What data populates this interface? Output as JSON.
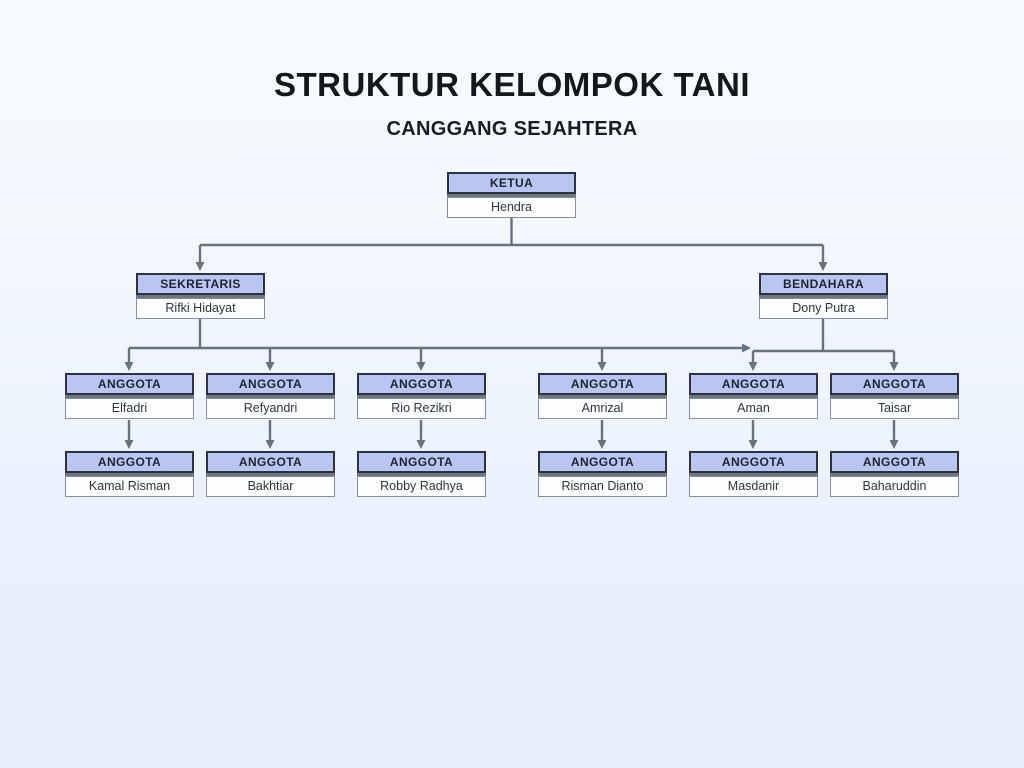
{
  "page": {
    "title": "STRUKTUR KELOMPOK TANI",
    "subtitle": "CANGGANG SEJAHTERA"
  },
  "colors": {
    "background_top": "#f8fbfe",
    "background_bottom": "#e7eefb",
    "node_header_fill": "#b9c6f2",
    "node_header_border": "#2b3242",
    "node_divider": "#6d7681",
    "node_body_fill": "#fcfdff",
    "node_body_border": "#848d9c",
    "connector": "#68727e",
    "title_color": "#14171c"
  },
  "org_chart": {
    "ketua": {
      "role": "KETUA",
      "name": "Hendra"
    },
    "level2": [
      {
        "role": "SEKRETARIS",
        "name": "Rifki Hidayat"
      },
      {
        "role": "BENDAHARA",
        "name": "Dony Putra"
      }
    ],
    "level3": [
      {
        "role": "ANGGOTA",
        "name": "Elfadri"
      },
      {
        "role": "ANGGOTA",
        "name": "Refyandri"
      },
      {
        "role": "ANGGOTA",
        "name": "Rio Rezikri"
      },
      {
        "role": "ANGGOTA",
        "name": "Amrizal"
      },
      {
        "role": "ANGGOTA",
        "name": "Aman"
      },
      {
        "role": "ANGGOTA",
        "name": "Taisar"
      }
    ],
    "level4": [
      {
        "role": "ANGGOTA",
        "name": "Kamal Risman"
      },
      {
        "role": "ANGGOTA",
        "name": "Bakhtiar"
      },
      {
        "role": "ANGGOTA",
        "name": "Robby Radhya"
      },
      {
        "role": "ANGGOTA",
        "name": "Risman Dianto"
      },
      {
        "role": "ANGGOTA",
        "name": "Masdanir"
      },
      {
        "role": "ANGGOTA",
        "name": "Baharuddin"
      }
    ]
  }
}
